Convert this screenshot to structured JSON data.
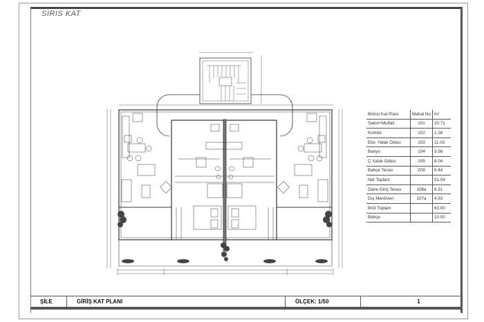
{
  "sheet": {
    "handwritten_note": "SIRIS KAT",
    "title_block": {
      "location": "ŞİLE",
      "drawing_title": "GİRİŞ KAT PLANI",
      "scale": "ÖLÇEK: 1/50",
      "sheet_number": "1"
    }
  },
  "area_table": {
    "headers": [
      "Birinci Kat Planı",
      "Mahal No",
      "m²"
    ],
    "rows": [
      [
        "Salon+Mutfak",
        "101",
        "20.71"
      ],
      [
        "Koridor",
        "102",
        "1.26"
      ],
      [
        "Ebv. Yatak Odası",
        "103",
        "11.03"
      ],
      [
        "Banyo",
        "104",
        "3.56"
      ],
      [
        "Ç.Yatak Odası",
        "105",
        "8.04"
      ],
      [
        "Bahçe Terası",
        "Z08",
        "6.44"
      ],
      [
        "Net Toplam",
        "",
        "51.04"
      ],
      [
        "Daire Giriş Terası",
        "106a",
        "6.31"
      ],
      [
        "Dış Merdiven",
        "107a",
        "4.93"
      ],
      [
        "Brüt Toplam",
        "",
        "63.00"
      ],
      [
        "Bahçe",
        "",
        "10.00"
      ]
    ]
  }
}
